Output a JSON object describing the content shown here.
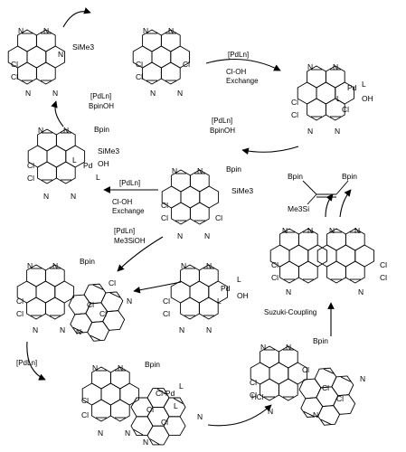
{
  "atoms": {
    "N": "N",
    "Cl": "Cl",
    "Pd": "Pd",
    "L": "L",
    "OH": "OH",
    "Bpin": "Bpin",
    "SiMe3": "SiMe3",
    "Me3Si": "Me3Si",
    "ClPd": "Cl-Pd"
  },
  "conditions": {
    "step1": {
      "catalyst": "[PdLn]",
      "line2": "Cl-OH",
      "line3": "Exchange"
    },
    "step2": {
      "catalyst": "[PdLn]",
      "reagent": "BpinOH"
    },
    "step3": {
      "catalyst": "[PdLn]",
      "line2": "Cl-OH",
      "line3": "Exchange"
    },
    "step4": {
      "catalyst": "[PdLn]",
      "reagent": "BpinOH"
    },
    "step5": {
      "catalyst": "[PdLn]",
      "reagent": "Me3SiOH"
    },
    "step6": {
      "catalyst": "[PdLn]"
    },
    "step7": {
      "reagent": "HCl"
    },
    "suzuki": "Suzuki-Coupling"
  }
}
